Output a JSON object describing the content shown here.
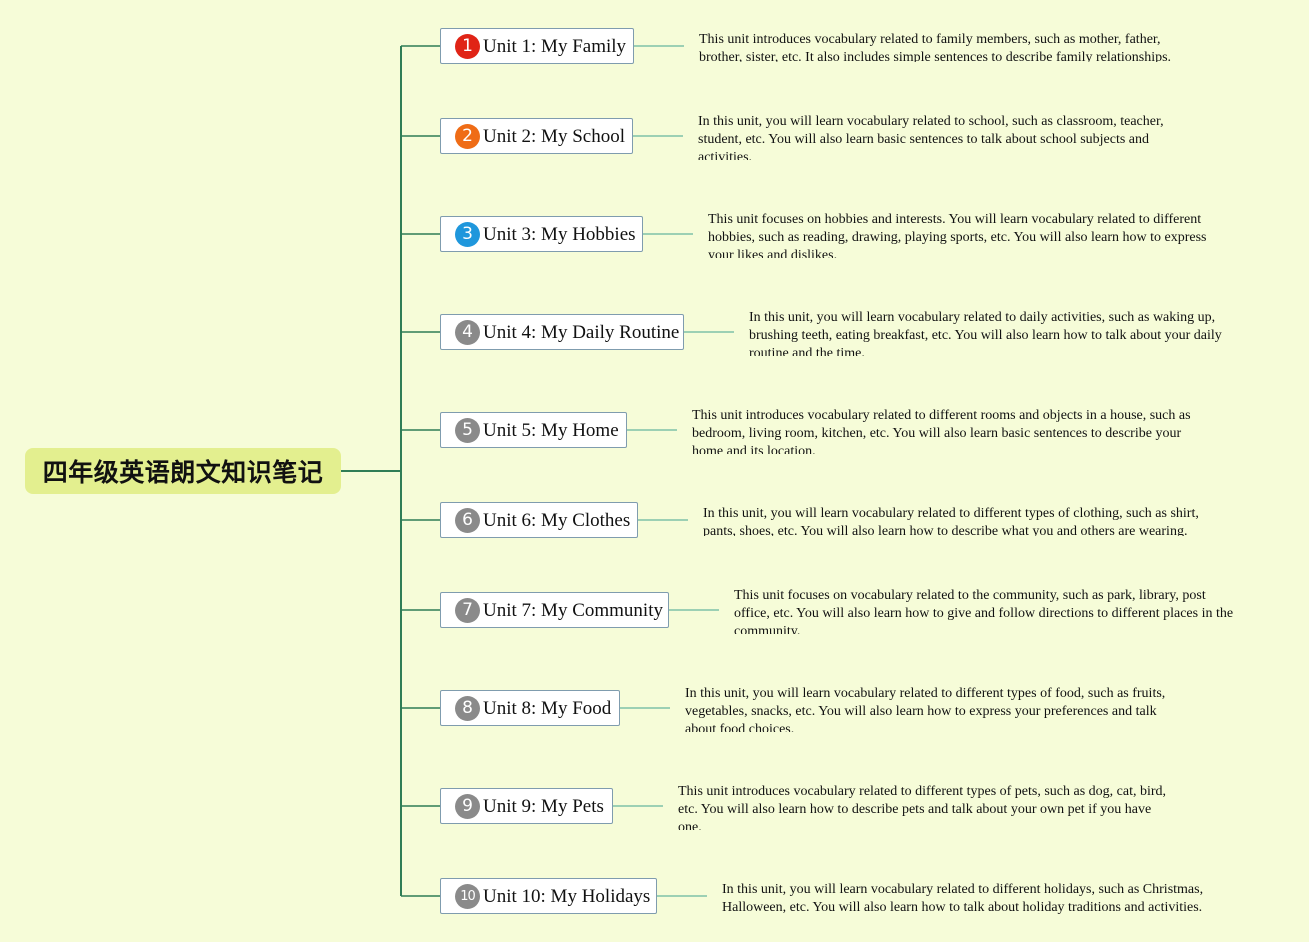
{
  "root": {
    "title": "四年级英语朗文知识笔记"
  },
  "colors": {
    "background": "#f6fcd8",
    "root_fill": "#e3ef8f",
    "trunk_line": "#2f7d56",
    "branch_line": "#7fc2a8",
    "box_border": "#7f9cae",
    "badge_unit1": "#e02416",
    "badge_unit2": "#ef6c16",
    "badge_unit3": "#1f97dc",
    "badge_gray": "#8a8a8a"
  },
  "units": [
    {
      "number": "1",
      "badge_color": "#e02416",
      "label": "Unit 1: My Family",
      "description": "This unit introduces vocabulary related to family members, such as mother, father, brother, sister, etc. It also includes simple sentences to describe family relationships."
    },
    {
      "number": "2",
      "badge_color": "#ef6c16",
      "label": "Unit 2: My School",
      "description": "In this unit, you will learn vocabulary related to school, such as classroom, teacher, student, etc. You will also learn basic sentences to talk about school subjects and activities."
    },
    {
      "number": "3",
      "badge_color": "#1f97dc",
      "label": "Unit 3: My Hobbies",
      "description": "This unit focuses on hobbies and interests. You will learn vocabulary related to different hobbies, such as reading, drawing, playing sports, etc. You will also learn how to express your likes and dislikes."
    },
    {
      "number": "4",
      "badge_color": "#8a8a8a",
      "label": "Unit 4: My Daily Routine",
      "description": "In this unit, you will learn vocabulary related to daily activities, such as waking up, brushing teeth, eating breakfast, etc. You will also learn how to talk about your daily routine and the time."
    },
    {
      "number": "5",
      "badge_color": "#8a8a8a",
      "label": "Unit 5: My Home",
      "description": "This unit introduces vocabulary related to different rooms and objects in a house, such as bedroom, living room, kitchen, etc. You will also learn basic sentences to describe your home and its location."
    },
    {
      "number": "6",
      "badge_color": "#8a8a8a",
      "label": "Unit 6: My Clothes",
      "description": "In this unit, you will learn vocabulary related to different types of clothing, such as shirt, pants, shoes, etc. You will also learn how to describe what you and others are wearing."
    },
    {
      "number": "7",
      "badge_color": "#8a8a8a",
      "label": "Unit 7: My Community",
      "description": "This unit focuses on vocabulary related to the community, such as park, library, post office, etc. You will also learn how to give and follow directions to different places in the community."
    },
    {
      "number": "8",
      "badge_color": "#8a8a8a",
      "label": "Unit 8: My Food",
      "description": "In this unit, you will learn vocabulary related to different types of food, such as fruits, vegetables, snacks, etc. You will also learn how to express your preferences and talk about food choices."
    },
    {
      "number": "9",
      "badge_color": "#8a8a8a",
      "label": "Unit 9: My Pets",
      "description": "This unit introduces vocabulary related to different types of pets, such as dog, cat, bird, etc. You will also learn how to describe pets and talk about your own pet if you have one."
    },
    {
      "number": "10",
      "badge_color": "#8a8a8a",
      "label": "Unit 10: My Holidays",
      "description": "In this unit, you will learn vocabulary related to different holidays, such as Christmas, Halloween, etc. You will also learn how to talk about holiday traditions and activities."
    }
  ]
}
